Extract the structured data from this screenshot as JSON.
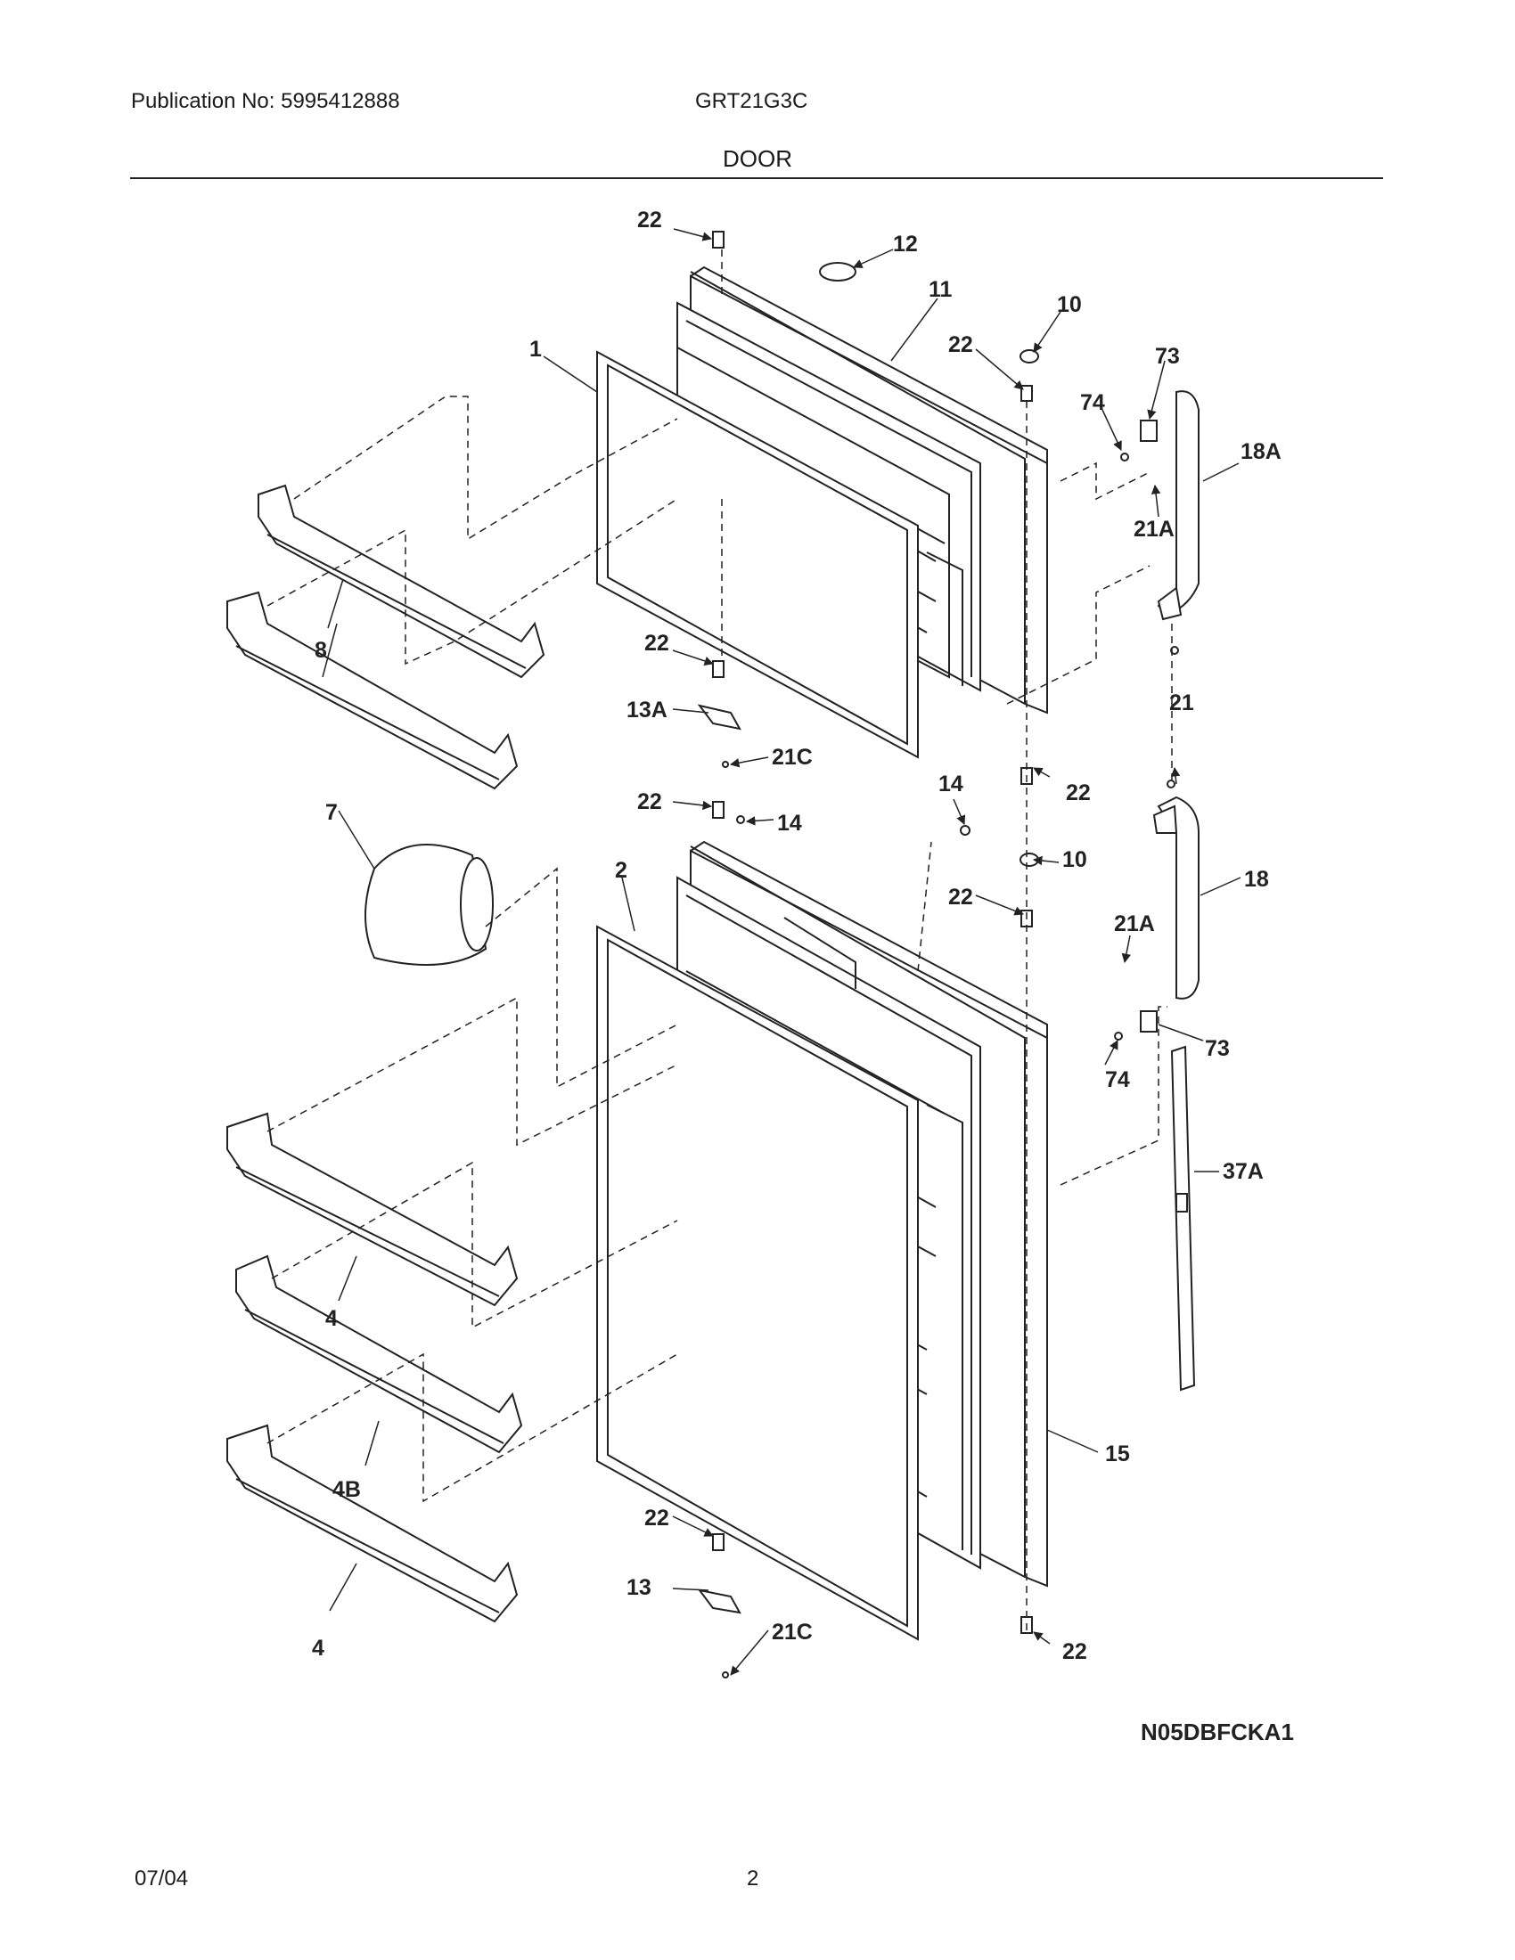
{
  "header": {
    "publication": "Publication No: 5995412888",
    "model": "GRT21G3C",
    "section_title": "DOOR"
  },
  "diagram": {
    "drawing_code": "N05DBFCKA1",
    "callouts": [
      "22",
      "12",
      "11",
      "10",
      "22",
      "73",
      "74",
      "18A",
      "1",
      "21A",
      "8",
      "22",
      "13A",
      "21C",
      "22",
      "21",
      "22",
      "14",
      "14",
      "7",
      "2",
      "10",
      "22",
      "18",
      "21A",
      "73",
      "74",
      "37A",
      "4",
      "4B",
      "15",
      "22",
      "13",
      "21C",
      "22",
      "4"
    ]
  },
  "footer": {
    "date": "07/04",
    "page": "2"
  }
}
